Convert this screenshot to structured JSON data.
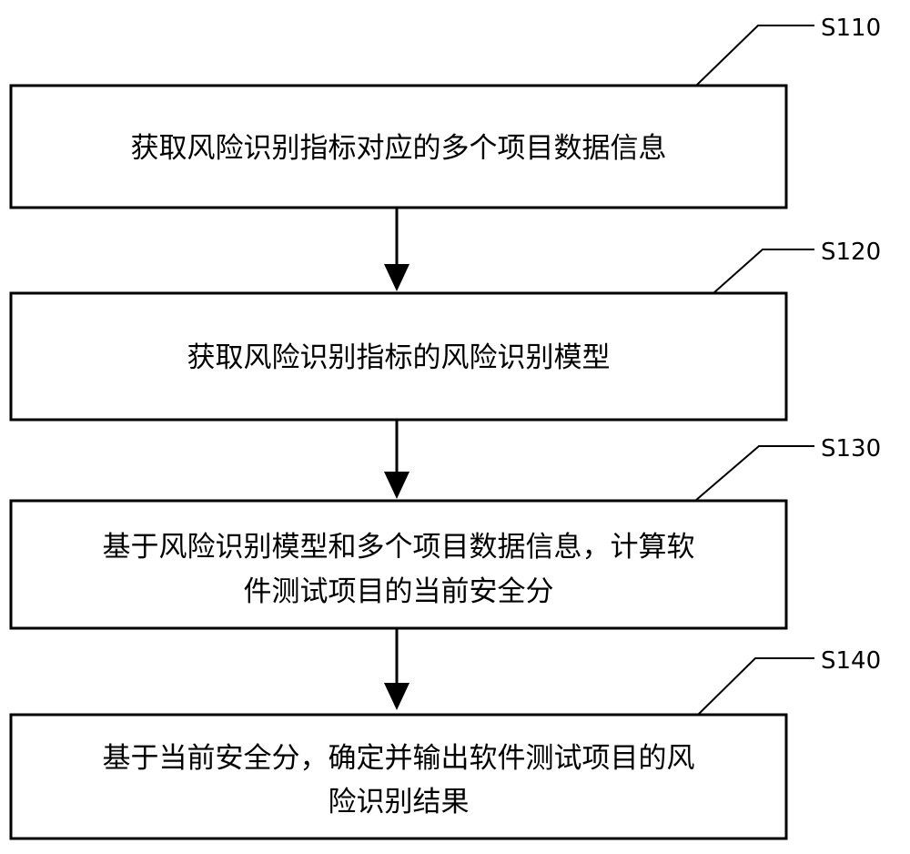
{
  "flowchart": {
    "steps": [
      {
        "id": "S110",
        "lines": [
          "获取风险识别指标对应的多个项目数据信息"
        ]
      },
      {
        "id": "S120",
        "lines": [
          "获取风险识别指标的风险识别模型"
        ]
      },
      {
        "id": "S130",
        "lines": [
          "基于风险识别模型和多个项目数据信息，计算软",
          "件测试项目的当前安全分"
        ]
      },
      {
        "id": "S140",
        "lines": [
          "基于当前安全分，确定并输出软件测试项目的风",
          "险识别结果"
        ]
      }
    ]
  }
}
